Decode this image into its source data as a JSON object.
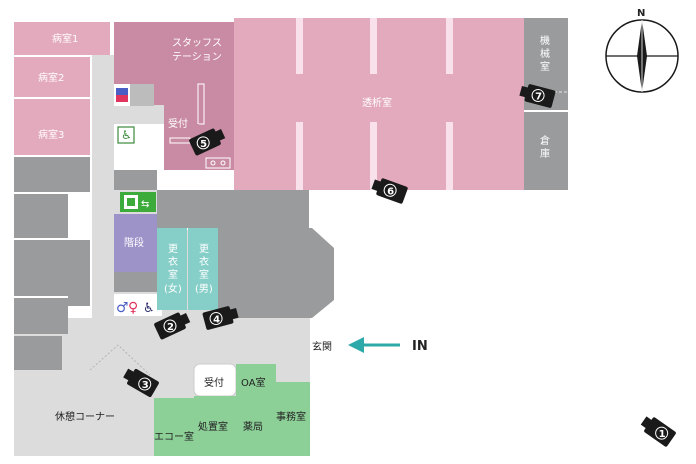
{
  "map": {
    "compass": {
      "north_label": "N"
    },
    "entrance": {
      "label": "IN",
      "genkan": "玄関"
    },
    "rooms": {
      "byoshitsu1": "病室1",
      "byoshitsu2": "病室2",
      "byoshitsu3": "病室3",
      "staff_station": [
        "スタッフス",
        "テーション"
      ],
      "uketsuke_top": "受付",
      "toseki": "透析室",
      "kikai": [
        "機",
        "械",
        "室"
      ],
      "souko": [
        "倉",
        "庫"
      ],
      "kaidan": "階段",
      "kouishitsu_women": [
        "更",
        "衣",
        "室",
        "(女)"
      ],
      "kouishitsu_men": [
        "更",
        "衣",
        "室",
        "(男)"
      ],
      "uketsuke_bottom": "受付",
      "oa": "OA室",
      "kyukei": "休憩コーナー",
      "echo": "エコー室",
      "shochi": "処置室",
      "yakkyoku": "薬局",
      "jimu": "事務室"
    },
    "cameras": [
      {
        "id": "cam-1",
        "number": "1"
      },
      {
        "id": "cam-2",
        "number": "2"
      },
      {
        "id": "cam-3",
        "number": "3"
      },
      {
        "id": "cam-4",
        "number": "4"
      },
      {
        "id": "cam-5",
        "number": "5"
      },
      {
        "id": "cam-6",
        "number": "6"
      },
      {
        "id": "cam-7",
        "number": "7"
      }
    ],
    "colors": {
      "pink_room": "#e3a9bd",
      "staff_pink": "#c98ba3",
      "gray_room": "#9a9b9c",
      "corridor": "#dcdcdc",
      "teal_room": "#86cfc8",
      "purple_stairs": "#9d93c9",
      "green_room": "#8ccf97",
      "arrow_teal": "#2ca9a8",
      "camera_black": "#1a1a1a",
      "emergency_green": "#3dab3c"
    }
  }
}
